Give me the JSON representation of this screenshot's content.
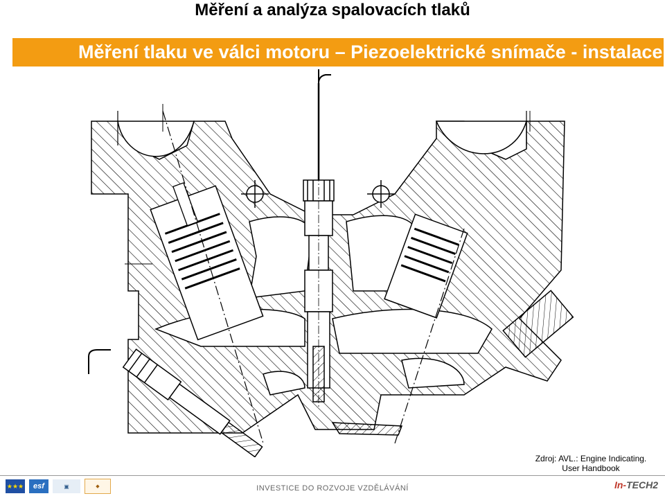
{
  "header": {
    "title": "Měření a analýza spalovacích tlaků",
    "subtitle": "Měření tlaku ve válci motoru – Piezoelektrické snímače - instalace"
  },
  "figure": {
    "source_line1": "Zdroj: AVL.: Engine Indicating.",
    "source_line2": "User Handbook"
  },
  "footer": {
    "text": "INVESTICE DO ROZVOJE VZDĚLÁVÁNÍ",
    "logo_eu_icon": "eu-flag-icon",
    "logo_esf": "esf",
    "logo_intech_part1": "In-",
    "logo_intech_part2": "TECH2"
  },
  "colors": {
    "banner": "#f39c12",
    "banner_text": "#ffffff"
  }
}
